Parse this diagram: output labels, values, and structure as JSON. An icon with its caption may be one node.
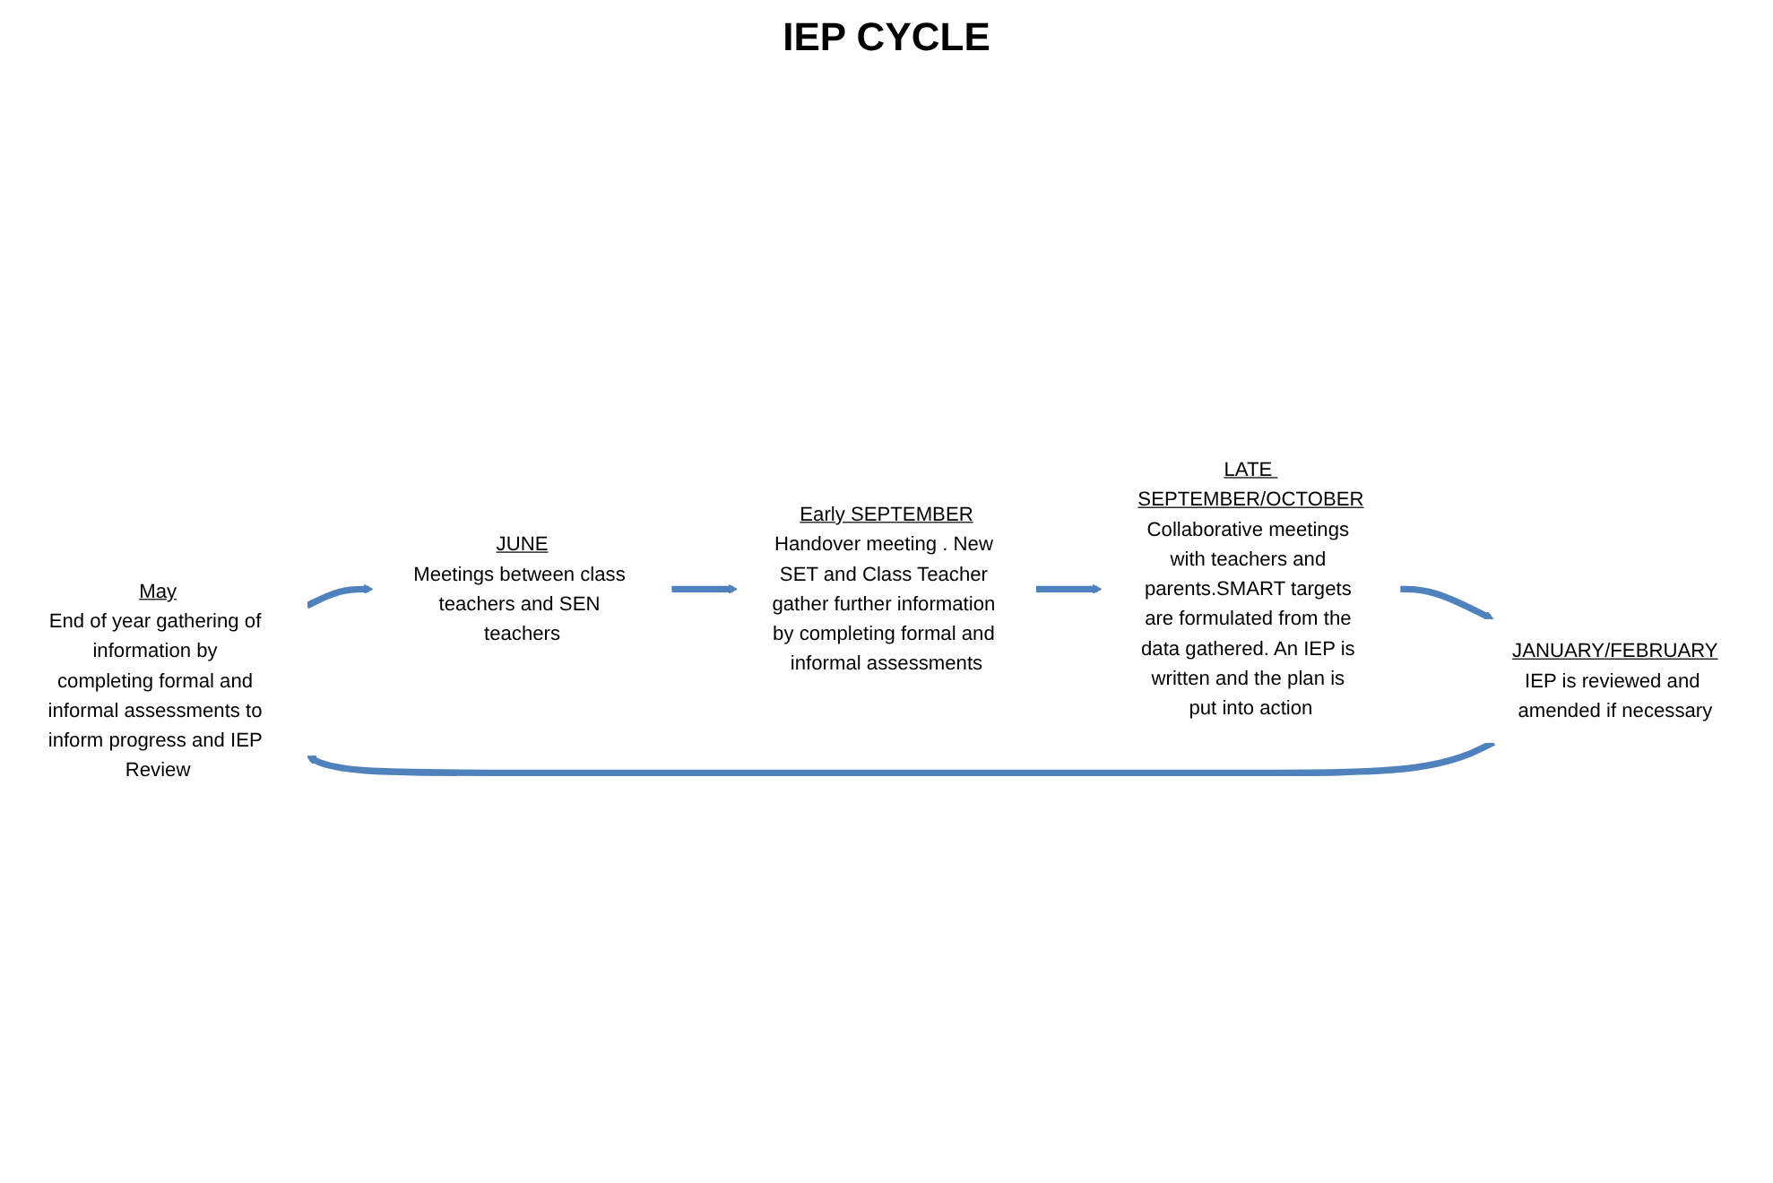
{
  "diagram": {
    "title": "IEP CYCLE",
    "nodes": [
      {
        "text": [
          "May",
          "End of year gathering of information by completing formal and informal assessments to inform progress and IEP Review"
        ]
      },
      {
        "text": [
          "JUNE",
          "Meetings between class teachers and SEN teachers"
        ]
      },
      {
        "text": [
          "Early SEPTEMBER",
          "Handover meeting . New SET and Class Teacher gather further information by completing formal and informal assessments"
        ]
      },
      {
        "text": [
          "LATE SEPTEMBER/OCTOBER",
          "Collaborative meetings with teachers and parents.SMART targets are formulated from the data gathered. An IEP is written and the plan is put into action"
        ]
      },
      {
        "text": [
          "JANUARY/FEBRUARY",
          "IEP is reviewed and amended if necessary"
        ]
      }
    ],
    "edges": [
      {
        "from": 0,
        "to": 1,
        "arrow": "to"
      },
      {
        "from": 1,
        "to": 2,
        "arrow": "to"
      },
      {
        "from": 2,
        "to": 3,
        "arrow": "to"
      },
      {
        "from": 3,
        "to": 4,
        "arrow": "to"
      },
      {
        "from": 4,
        "to": 0,
        "arrow": "to"
      }
    ]
  }
}
